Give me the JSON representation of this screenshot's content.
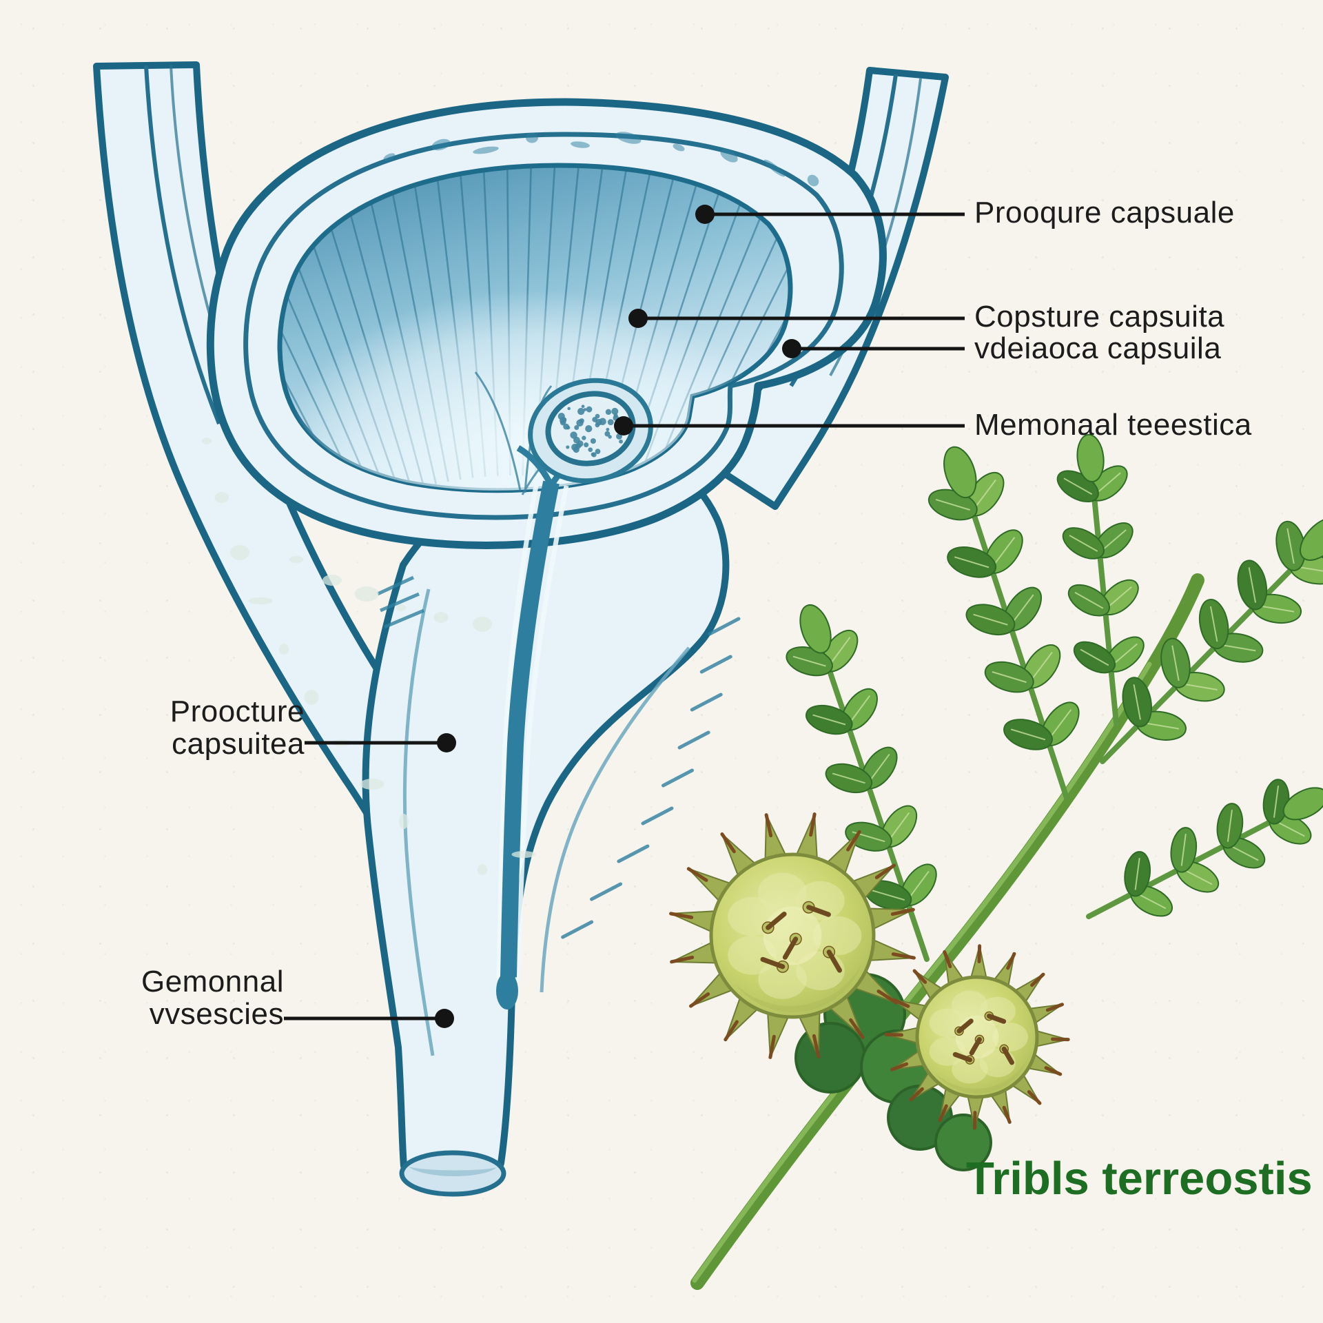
{
  "page": {
    "background": "#f6f4ec"
  },
  "diagram": {
    "right_labels": [
      {
        "text": "Prooqure capsuale"
      },
      {
        "text": "Copsture capsuita"
      },
      {
        "text": "vdeiaoca capsuila"
      },
      {
        "text": "Memonaal teeestica"
      }
    ],
    "left_labels": [
      {
        "line1": "Proocture",
        "line2": "capsuitea"
      },
      {
        "line1": "Gemonnal",
        "line2": "vvsescies"
      }
    ],
    "plant_title": "Tribls terreostis",
    "colors": {
      "outline_teal": "#1b6685",
      "wall_fill": "#e7f3f9",
      "sac_dark": "#4f93b3",
      "sac_light": "#e2f2f8",
      "leader_line": "#141414",
      "label_text": "#1c1c1c",
      "title_green": "#1d6e22",
      "leaf_green": "#5d9c40",
      "fruit_body": "#c9d46e",
      "thorn_brown": "#7b4c20",
      "stem_green": "#5f9638",
      "paper": "#f6f4ec"
    }
  }
}
